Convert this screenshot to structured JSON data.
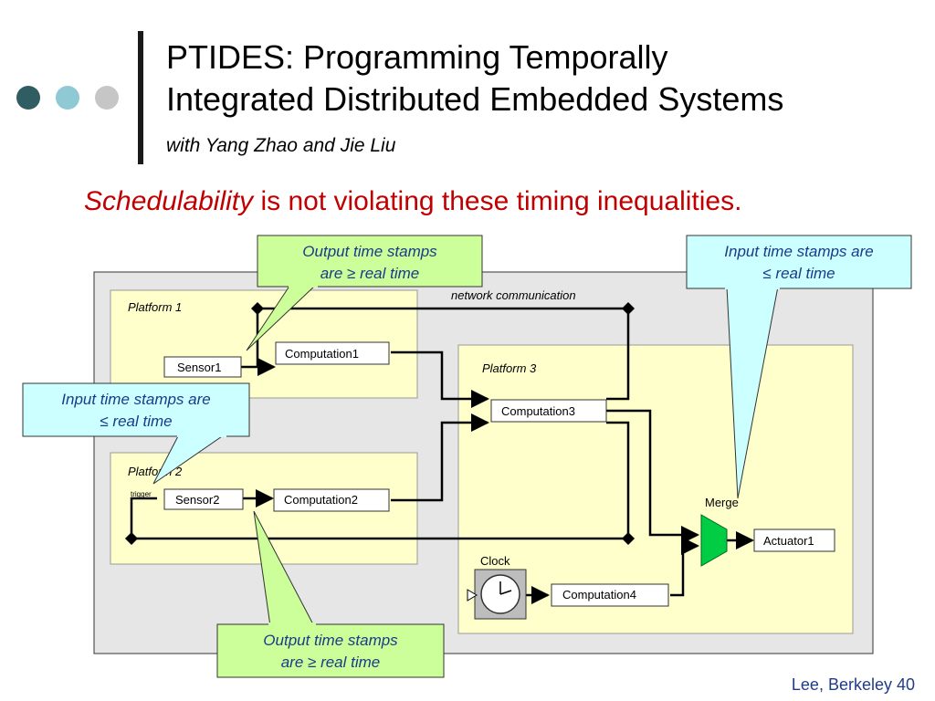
{
  "header": {
    "title_line1": "PTIDES: Programming Temporally",
    "title_line2": "Integrated Distributed Embedded Systems",
    "subtitle": "with Yang Zhao and Jie Liu"
  },
  "statement": {
    "emphasis": "Schedulability",
    "rest": " is not violating these timing inequalities."
  },
  "colors": {
    "dot1": "#2f5d62",
    "dot2": "#8fc9d3",
    "dot3": "#c6c6c6",
    "statement": "#c00000",
    "callout_green": "#ccff99",
    "callout_cyan": "#ccffff",
    "platform_fill": "#ffffcc",
    "canvas_fill": "#e6e6e6",
    "merge_green": "#00cc44"
  },
  "diagram": {
    "network_label": "network communication",
    "platforms": [
      "Platform 1",
      "Platform 2",
      "Platform 3"
    ],
    "actors": {
      "sensor1": "Sensor1",
      "computation1": "Computation1",
      "sensor2": "Sensor2",
      "computation2": "Computation2",
      "computation3": "Computation3",
      "computation4": "Computation4",
      "actuator1": "Actuator1",
      "clock": "Clock",
      "merge": "Merge",
      "trigger": "trigger"
    },
    "callouts": {
      "output_top": [
        "Output time stamps",
        "are ≥ real time"
      ],
      "input_right": [
        "Input time stamps are",
        "≤ real time"
      ],
      "input_left": [
        "Input time stamps are",
        "≤ real time"
      ],
      "output_bottom": [
        "Output time stamps",
        "are ≥ real time"
      ]
    }
  },
  "footer": {
    "text": "Lee, Berkeley 40"
  }
}
